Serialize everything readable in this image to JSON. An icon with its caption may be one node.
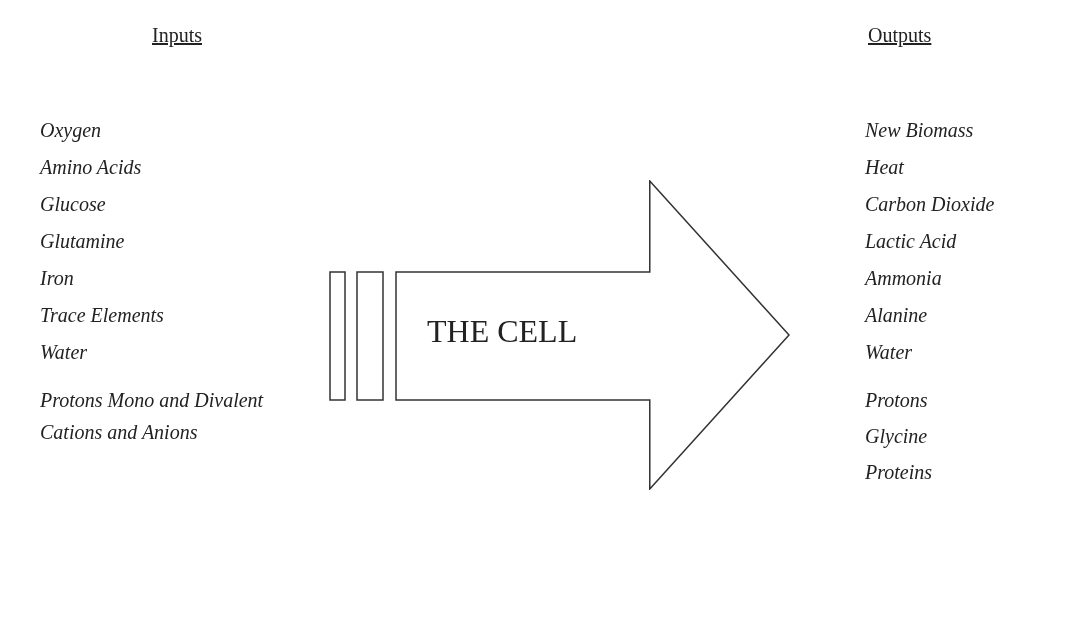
{
  "diagram": {
    "nodes": [
      {
        "text": [
          "THE CELL"
        ]
      }
    ],
    "edges": [],
    "labels": [
      "Inputs",
      "Outputs",
      "Oxygen",
      "Amino Acids",
      "Glucose",
      "Glutamine",
      "Iron",
      "Trace Elements",
      "Water",
      "Protons Mono and Divalent Cations and Anions",
      "New Biomass",
      "Heat",
      "Carbon Dioxide",
      "Lactic Acid",
      "Ammonia",
      "Alanine",
      "Water",
      "Protons",
      "Glycine",
      "Proteins"
    ]
  }
}
